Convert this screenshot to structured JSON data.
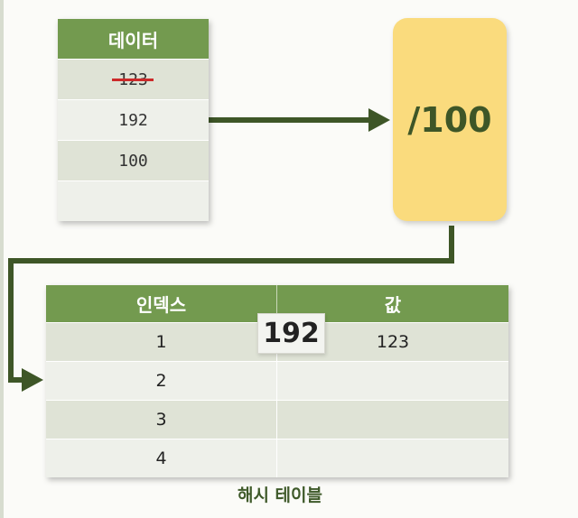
{
  "data_table": {
    "header": "데이터",
    "rows": [
      "123",
      "192",
      "100",
      ""
    ]
  },
  "hash_function": {
    "label": "/100"
  },
  "hash_table": {
    "headers": {
      "index": "인덱스",
      "value": "값"
    },
    "rows": [
      {
        "index": "1",
        "value": "123"
      },
      {
        "index": "2",
        "value": ""
      },
      {
        "index": "3",
        "value": ""
      },
      {
        "index": "4",
        "value": ""
      }
    ]
  },
  "incoming_value": "192",
  "caption": "해시 테이블",
  "colors": {
    "header_green": "#739a4f",
    "arrow_green": "#3e5627",
    "hash_box_yellow": "#fadb7d",
    "strike_red": "#cc2a2a"
  }
}
